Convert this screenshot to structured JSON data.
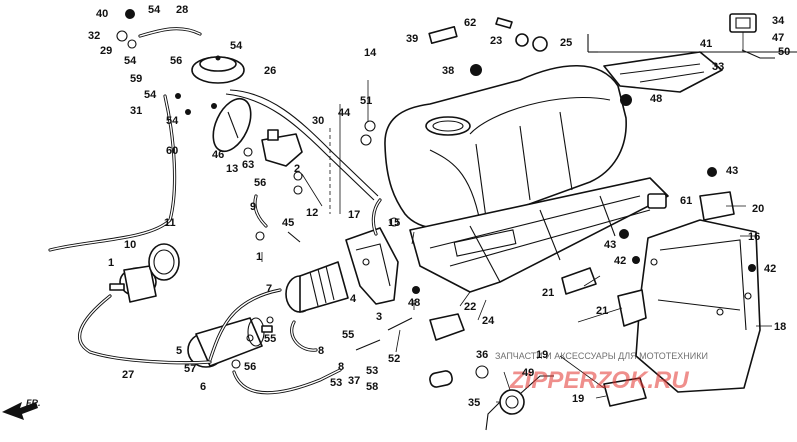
{
  "callouts": [
    {
      "id": "c40",
      "text": "40"
    },
    {
      "id": "c54a",
      "text": "54"
    },
    {
      "id": "c28",
      "text": "28"
    },
    {
      "id": "c32",
      "text": "32"
    },
    {
      "id": "c29",
      "text": "29"
    },
    {
      "id": "c54b",
      "text": "54"
    },
    {
      "id": "c54c",
      "text": "54"
    },
    {
      "id": "c56a",
      "text": "56"
    },
    {
      "id": "c26",
      "text": "26"
    },
    {
      "id": "c59",
      "text": "59"
    },
    {
      "id": "c54d",
      "text": "54"
    },
    {
      "id": "c31",
      "text": "31"
    },
    {
      "id": "c54e",
      "text": "54"
    },
    {
      "id": "c60",
      "text": "60"
    },
    {
      "id": "c46",
      "text": "46"
    },
    {
      "id": "c13",
      "text": "13"
    },
    {
      "id": "c63",
      "text": "63"
    },
    {
      "id": "c30",
      "text": "30"
    },
    {
      "id": "c44",
      "text": "44"
    },
    {
      "id": "c51",
      "text": "51"
    },
    {
      "id": "c14",
      "text": "14"
    },
    {
      "id": "c39",
      "text": "39"
    },
    {
      "id": "c62",
      "text": "62"
    },
    {
      "id": "c23",
      "text": "23"
    },
    {
      "id": "c25",
      "text": "25"
    },
    {
      "id": "c38",
      "text": "38"
    },
    {
      "id": "c34",
      "text": "34"
    },
    {
      "id": "c47",
      "text": "47"
    },
    {
      "id": "c41",
      "text": "41"
    },
    {
      "id": "c50",
      "text": "50"
    },
    {
      "id": "c33",
      "text": "33"
    },
    {
      "id": "c48a",
      "text": "48"
    },
    {
      "id": "c43a",
      "text": "43"
    },
    {
      "id": "c2",
      "text": "2"
    },
    {
      "id": "c56b",
      "text": "56"
    },
    {
      "id": "c12",
      "text": "12"
    },
    {
      "id": "c17",
      "text": "17"
    },
    {
      "id": "c9",
      "text": "9"
    },
    {
      "id": "c45",
      "text": "45"
    },
    {
      "id": "c15",
      "text": "15"
    },
    {
      "id": "c61",
      "text": "61"
    },
    {
      "id": "c20",
      "text": "20"
    },
    {
      "id": "c11",
      "text": "11"
    },
    {
      "id": "c10",
      "text": "10"
    },
    {
      "id": "c1a",
      "text": "1"
    },
    {
      "id": "c1b",
      "text": "1"
    },
    {
      "id": "c7",
      "text": "7"
    },
    {
      "id": "c4",
      "text": "4"
    },
    {
      "id": "c43b",
      "text": "43"
    },
    {
      "id": "c16",
      "text": "16"
    },
    {
      "id": "c42a",
      "text": "42"
    },
    {
      "id": "c42b",
      "text": "42"
    },
    {
      "id": "c21a",
      "text": "21"
    },
    {
      "id": "c48b",
      "text": "48"
    },
    {
      "id": "c22",
      "text": "22"
    },
    {
      "id": "c3",
      "text": "3"
    },
    {
      "id": "c24",
      "text": "24"
    },
    {
      "id": "c21b",
      "text": "21"
    },
    {
      "id": "c18",
      "text": "18"
    },
    {
      "id": "c5",
      "text": "5"
    },
    {
      "id": "c57",
      "text": "57"
    },
    {
      "id": "c55a",
      "text": "55"
    },
    {
      "id": "c56c",
      "text": "56"
    },
    {
      "id": "c8a",
      "text": "8"
    },
    {
      "id": "c55b",
      "text": "55"
    },
    {
      "id": "c52",
      "text": "52"
    },
    {
      "id": "c36",
      "text": "36"
    },
    {
      "id": "c27",
      "text": "27"
    },
    {
      "id": "c8b",
      "text": "8"
    },
    {
      "id": "c53a",
      "text": "53"
    },
    {
      "id": "c37",
      "text": "37"
    },
    {
      "id": "c53b",
      "text": "53"
    },
    {
      "id": "c58",
      "text": "58"
    },
    {
      "id": "c49",
      "text": "49"
    },
    {
      "id": "c19a",
      "text": "19"
    },
    {
      "id": "c19b",
      "text": "19"
    },
    {
      "id": "c35",
      "text": "35"
    },
    {
      "id": "c6",
      "text": "6"
    }
  ],
  "direction_label": "FR.",
  "watermark": {
    "caption": "ЗАПЧАСТИ И АКСЕССУАРЫ ДЛЯ МОТОТЕХНИКИ",
    "brand": "ZIPPERZOK.RU"
  }
}
